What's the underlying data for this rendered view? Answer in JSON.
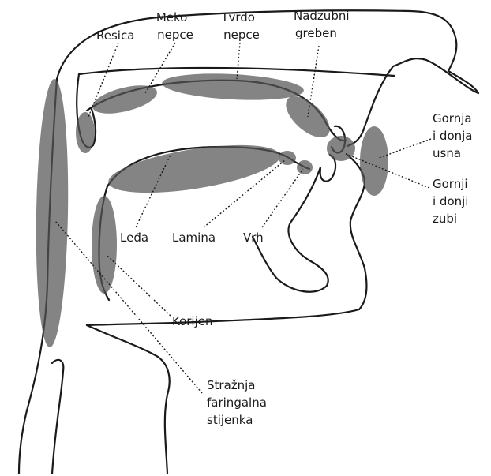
{
  "labels": {
    "resica": "Resica",
    "meko_nepce": [
      "Meko",
      "nepce"
    ],
    "tvrdo_nepce": [
      "Tvrdo",
      "nepce"
    ],
    "nadzubni_greben": [
      "Nadzubni",
      "greben"
    ],
    "usna": [
      "Gornja",
      "i donja",
      "usna"
    ],
    "zubi": [
      "Gornji",
      "i donji",
      "zubi"
    ],
    "leda": "Leđa",
    "lamina": "Lamina",
    "vrh": "Vrh",
    "korijen": "Korijen",
    "stijenka": [
      "Stražnja",
      "faringalna",
      "stijenka"
    ]
  },
  "colors": {
    "line": "#1a1a1a",
    "region_fill": "#555555",
    "background": "#ffffff"
  }
}
